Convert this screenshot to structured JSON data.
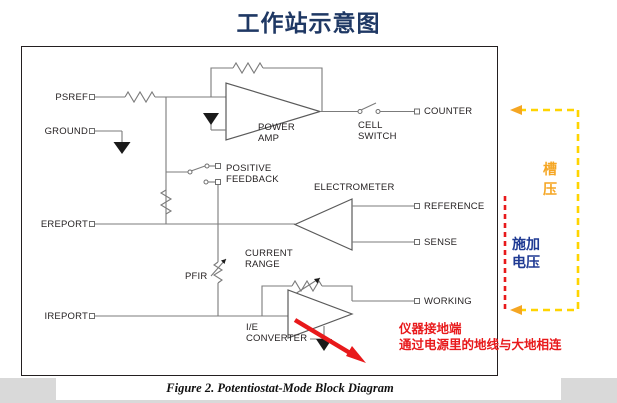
{
  "page": {
    "title": "工作站示意图",
    "caption": "Figure 2.  Potentiostat-Mode Block Diagram",
    "title_color": "#1f3864",
    "frame_border_color": "#231f20",
    "page_band_color": "#d9d9d9"
  },
  "diagram": {
    "type": "block-schematic",
    "name": "Potentiostat-Mode Block Diagram",
    "terminals_left": [
      {
        "id": "psref",
        "label": "PSREF"
      },
      {
        "id": "ground",
        "label": "GROUND"
      },
      {
        "id": "ereport",
        "label": "EREPORT"
      },
      {
        "id": "ireport",
        "label": "IREPORT"
      }
    ],
    "terminals_right": [
      {
        "id": "counter",
        "label": "COUNTER"
      },
      {
        "id": "reference",
        "label": "REFERENCE"
      },
      {
        "id": "sense",
        "label": "SENSE"
      },
      {
        "id": "working",
        "label": "WORKING"
      }
    ],
    "blocks": [
      {
        "id": "power-amp",
        "label_line1": "POWER",
        "label_line2": "AMP",
        "shape": "triangle-right"
      },
      {
        "id": "electrometer",
        "label_line1": "ELECTROMETER",
        "label_line2": "",
        "shape": "triangle-left"
      },
      {
        "id": "ie-converter",
        "label_line1": "I/E",
        "label_line2": "CONVERTER",
        "shape": "triangle-right"
      }
    ],
    "components": [
      {
        "id": "cell-switch",
        "label_line1": "CELL",
        "label_line2": "SWITCH",
        "kind": "switch"
      },
      {
        "id": "positive-feedback",
        "label_line1": "POSITIVE",
        "label_line2": "FEEDBACK",
        "kind": "switch-pair"
      },
      {
        "id": "current-range",
        "label_line1": "CURRENT",
        "label_line2": "RANGE",
        "kind": "variable-resistor"
      },
      {
        "id": "pfir",
        "label_line1": "PFIR",
        "label_line2": "",
        "kind": "variable-resistor"
      }
    ]
  },
  "annotations": {
    "cell_voltage": {
      "text_line1": "槽",
      "text_line2": "压",
      "color": "#f5a623"
    },
    "applied_voltage": {
      "text_line1": "施加",
      "text_line2": "电压",
      "color": "#1f3a93"
    },
    "ground_note": {
      "text_line1": "仪器接地端",
      "text_line2": "通过电源里的地线与大地相连",
      "color": "#e8191b"
    },
    "markers": {
      "yellow_bracket_color": "#ffd400",
      "yellow_arrow_color": "#f5a623",
      "red_dashed_color": "#e8191b",
      "red_arrow_color": "#e8191b"
    }
  }
}
